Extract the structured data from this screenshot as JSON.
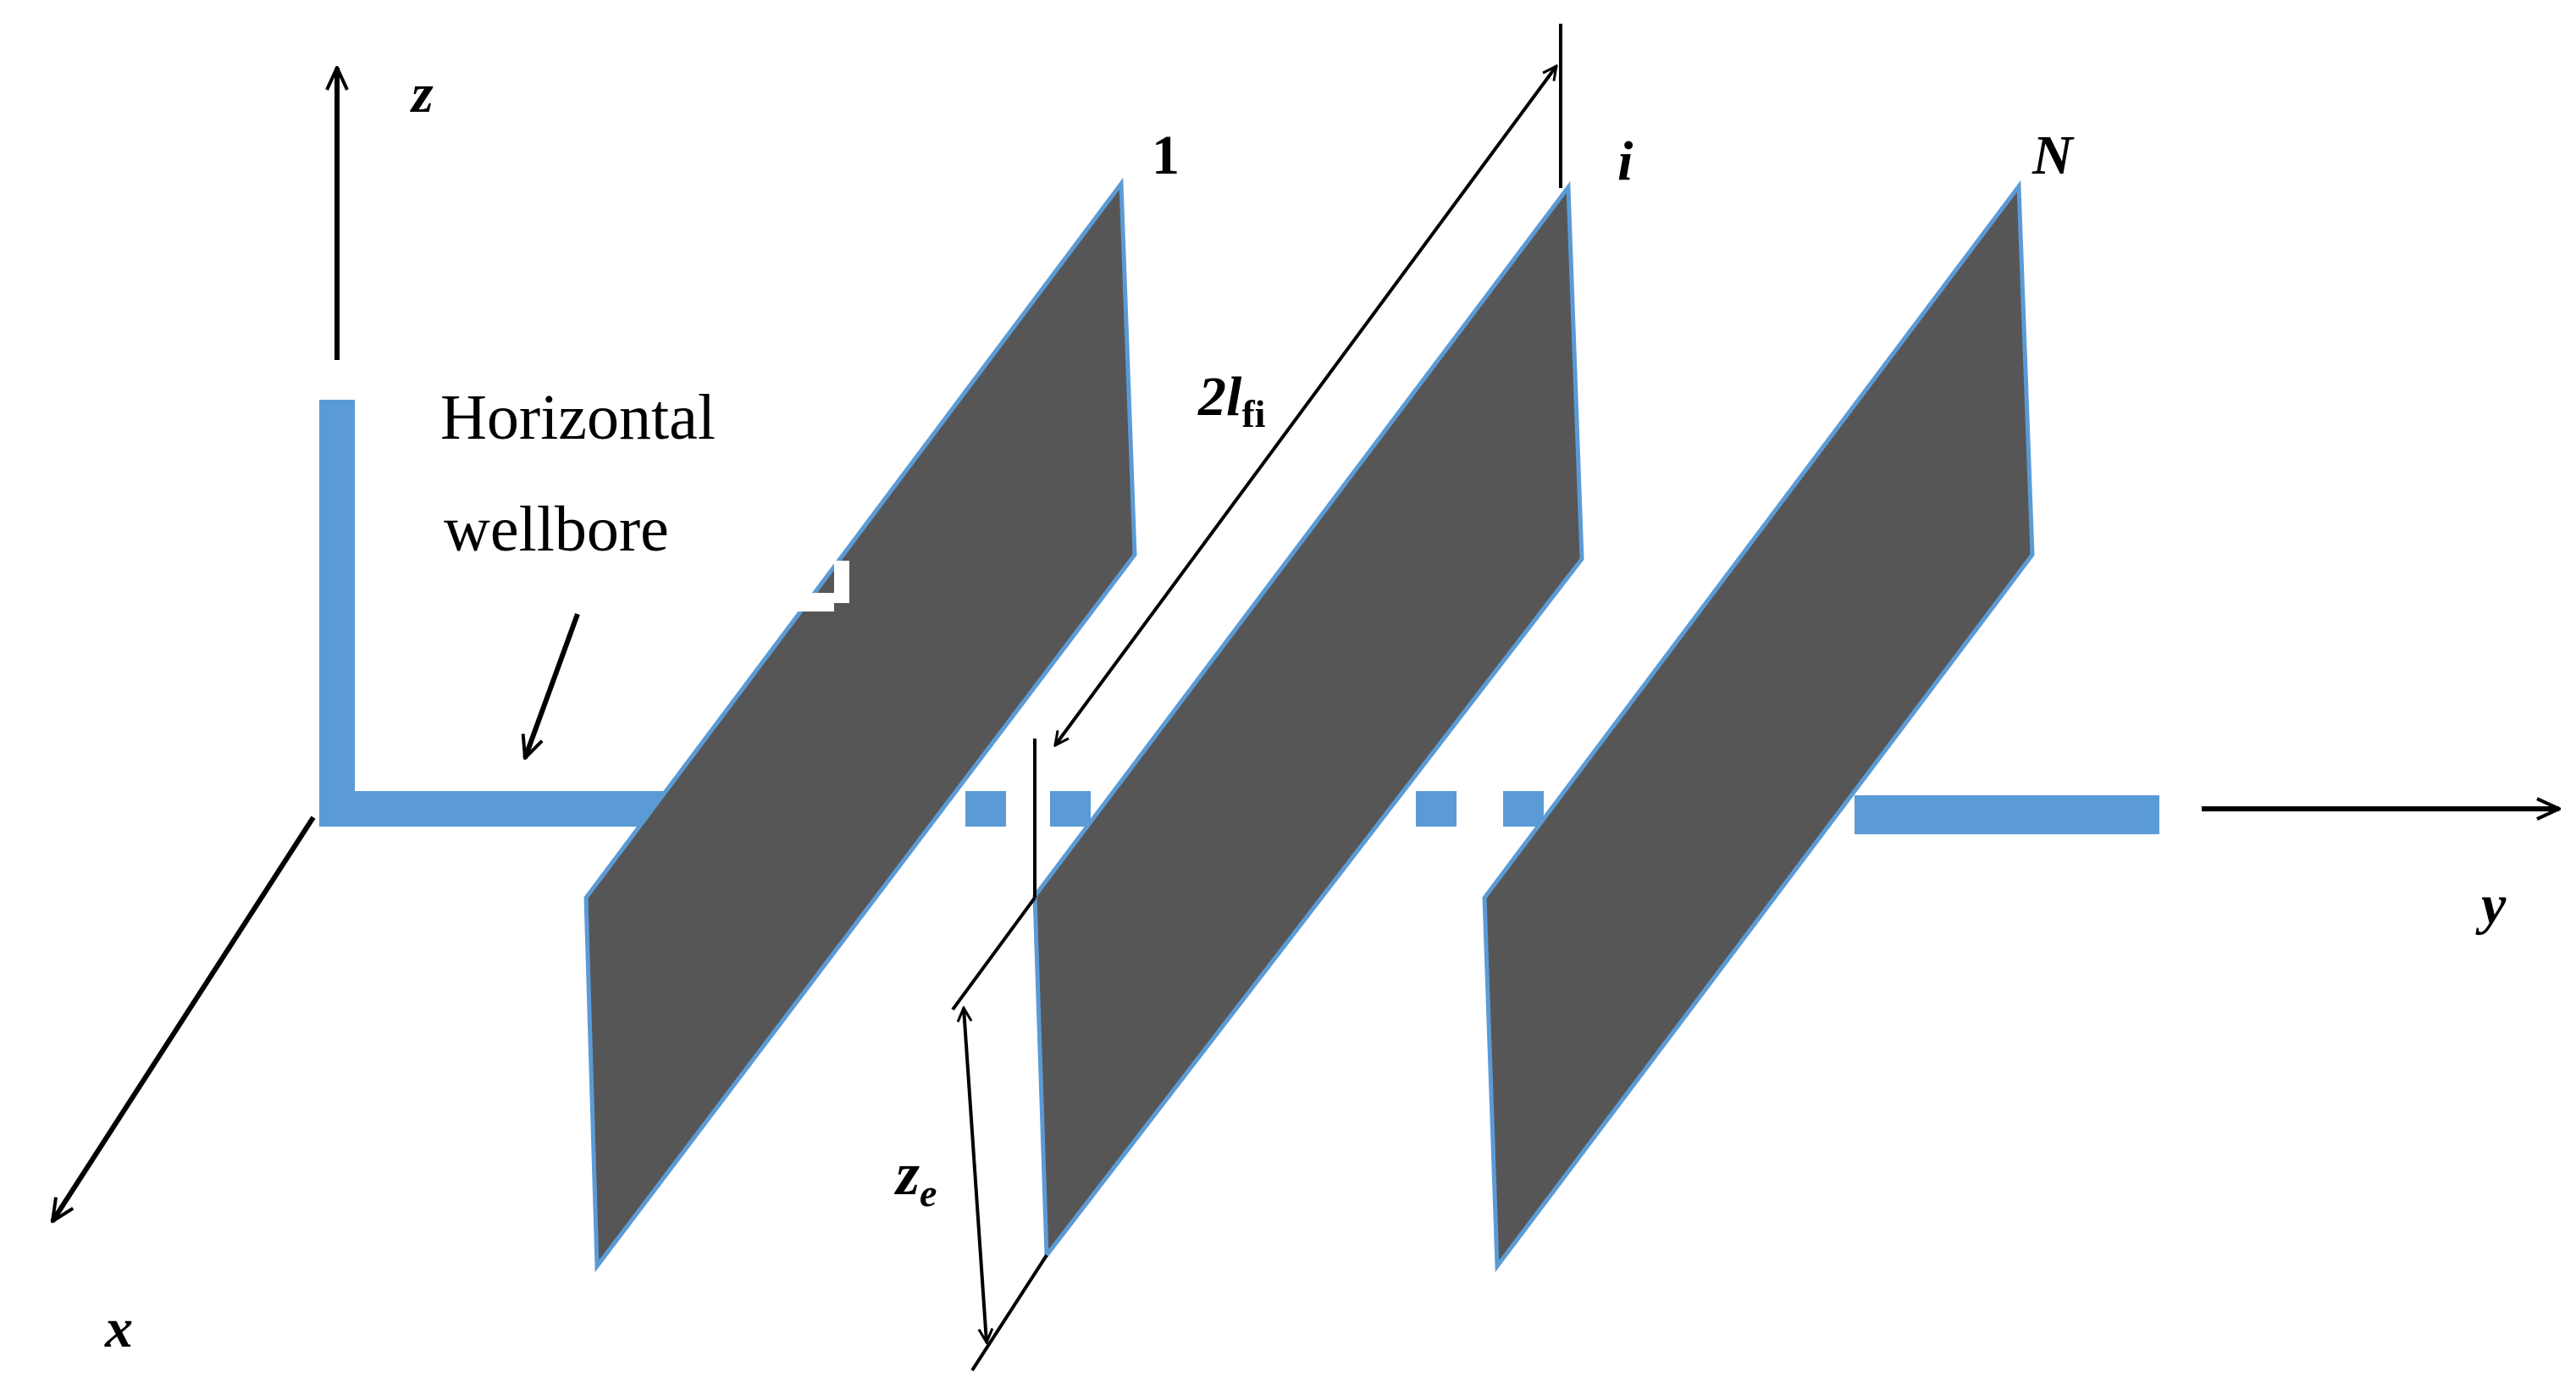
{
  "axes": {
    "x_label": "x",
    "y_label": "y",
    "z_label": "z"
  },
  "wellbore": {
    "label_line1": "Horizontal",
    "label_line2": "wellbore",
    "color": "#5b9bd5"
  },
  "fractures": {
    "color": "#565656",
    "edge_color": "#5b9bd5",
    "labels": {
      "first": "1",
      "middle": "i",
      "last": "N"
    }
  },
  "dimensions": {
    "length_label_main": "2l",
    "length_label_sub": "fi",
    "height_label_main": "z",
    "height_label_sub": "e"
  }
}
